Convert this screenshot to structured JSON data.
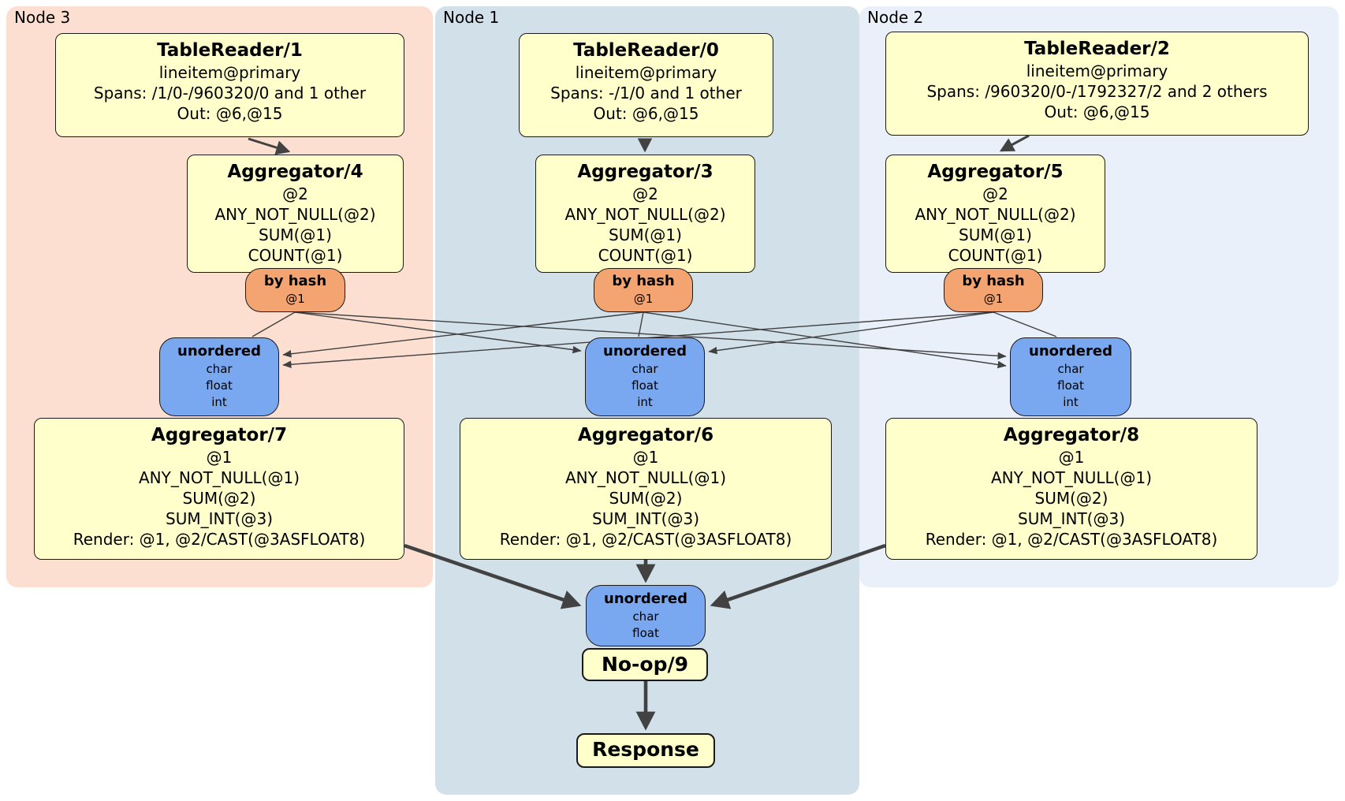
{
  "regions": {
    "node3": {
      "label": "Node 3",
      "color": "#fcdfd1"
    },
    "node1": {
      "label": "Node 1",
      "color": "#d2e0ea"
    },
    "node2": {
      "label": "Node 2",
      "color": "#eaf0f9"
    }
  },
  "colors": {
    "operator_fill": "#ffffcc",
    "router_fill": "#f4a470",
    "sync_fill": "#79a7f0",
    "border": "#1a1a1a",
    "edge": "#404040"
  },
  "node3": {
    "tablereader": {
      "title": "TableReader/1",
      "lines": [
        "lineitem@primary",
        "Spans: /1/0-/960320/0 and 1 other",
        "Out: @6,@15"
      ]
    },
    "aggregator_top": {
      "title": "Aggregator/4",
      "lines": [
        "@2",
        "ANY_NOT_NULL(@2)",
        "SUM(@1)",
        "COUNT(@1)"
      ]
    },
    "router": {
      "title": "by hash",
      "lines": [
        "@1"
      ]
    },
    "sync": {
      "title": "unordered",
      "lines": [
        "char",
        "float",
        "int"
      ]
    },
    "aggregator_bottom": {
      "title": "Aggregator/7",
      "lines": [
        "@1",
        "ANY_NOT_NULL(@1)",
        "SUM(@2)",
        "SUM_INT(@3)",
        "Render: @1, @2/CAST(@3ASFLOAT8)"
      ]
    }
  },
  "node1": {
    "tablereader": {
      "title": "TableReader/0",
      "lines": [
        "lineitem@primary",
        "Spans: -/1/0 and 1 other",
        "Out: @6,@15"
      ]
    },
    "aggregator_top": {
      "title": "Aggregator/3",
      "lines": [
        "@2",
        "ANY_NOT_NULL(@2)",
        "SUM(@1)",
        "COUNT(@1)"
      ]
    },
    "router": {
      "title": "by hash",
      "lines": [
        "@1"
      ]
    },
    "sync": {
      "title": "unordered",
      "lines": [
        "char",
        "float",
        "int"
      ]
    },
    "aggregator_bottom": {
      "title": "Aggregator/6",
      "lines": [
        "@1",
        "ANY_NOT_NULL(@1)",
        "SUM(@2)",
        "SUM_INT(@3)",
        "Render: @1, @2/CAST(@3ASFLOAT8)"
      ]
    }
  },
  "node2": {
    "tablereader": {
      "title": "TableReader/2",
      "lines": [
        "lineitem@primary",
        "Spans: /960320/0-/1792327/2 and 2 others",
        "Out: @6,@15"
      ]
    },
    "aggregator_top": {
      "title": "Aggregator/5",
      "lines": [
        "@2",
        "ANY_NOT_NULL(@2)",
        "SUM(@1)",
        "COUNT(@1)"
      ]
    },
    "router": {
      "title": "by hash",
      "lines": [
        "@1"
      ]
    },
    "sync": {
      "title": "unordered",
      "lines": [
        "char",
        "float",
        "int"
      ]
    },
    "aggregator_bottom": {
      "title": "Aggregator/8",
      "lines": [
        "@1",
        "ANY_NOT_NULL(@1)",
        "SUM(@2)",
        "SUM_INT(@3)",
        "Render: @1, @2/CAST(@3ASFLOAT8)"
      ]
    }
  },
  "final": {
    "sync": {
      "title": "unordered",
      "lines": [
        "char",
        "float"
      ]
    },
    "noop": {
      "title": "No-op/9"
    },
    "response": {
      "title": "Response"
    }
  }
}
